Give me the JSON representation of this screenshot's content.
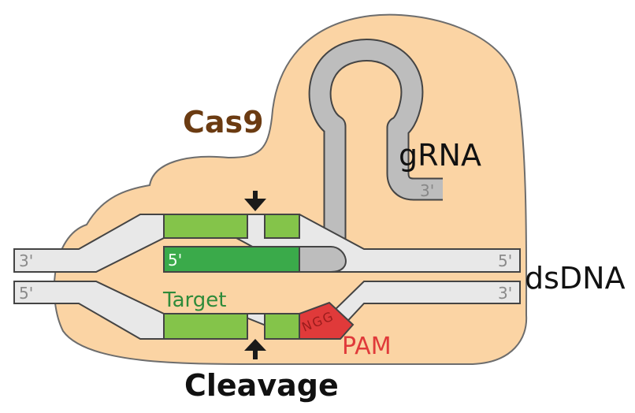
{
  "labels": {
    "protein": "Cas9",
    "guide": "gRNA",
    "duplex": "dsDNA",
    "target": "Target",
    "pam": "PAM",
    "cleavage": "Cleavage",
    "pam_seq": "NGG",
    "guide_5prime": "5'",
    "guide_3prime": "3'",
    "top_left_end": "3'",
    "top_right_end": "5'",
    "bottom_left_end": "5'",
    "bottom_right_end": "3'"
  },
  "colors": {
    "protein_fill": "#fbd4a4",
    "protein_text": "#6b3b12",
    "grna": "#bdbdbd",
    "dna": "#e8e8e8",
    "target_light": "#84c44a",
    "target_dark": "#3aaa4a",
    "target_text": "#2e8b3a",
    "pam": "#e03a3a",
    "outline": "#444444",
    "cut_arrow": "#1a1a1a"
  }
}
